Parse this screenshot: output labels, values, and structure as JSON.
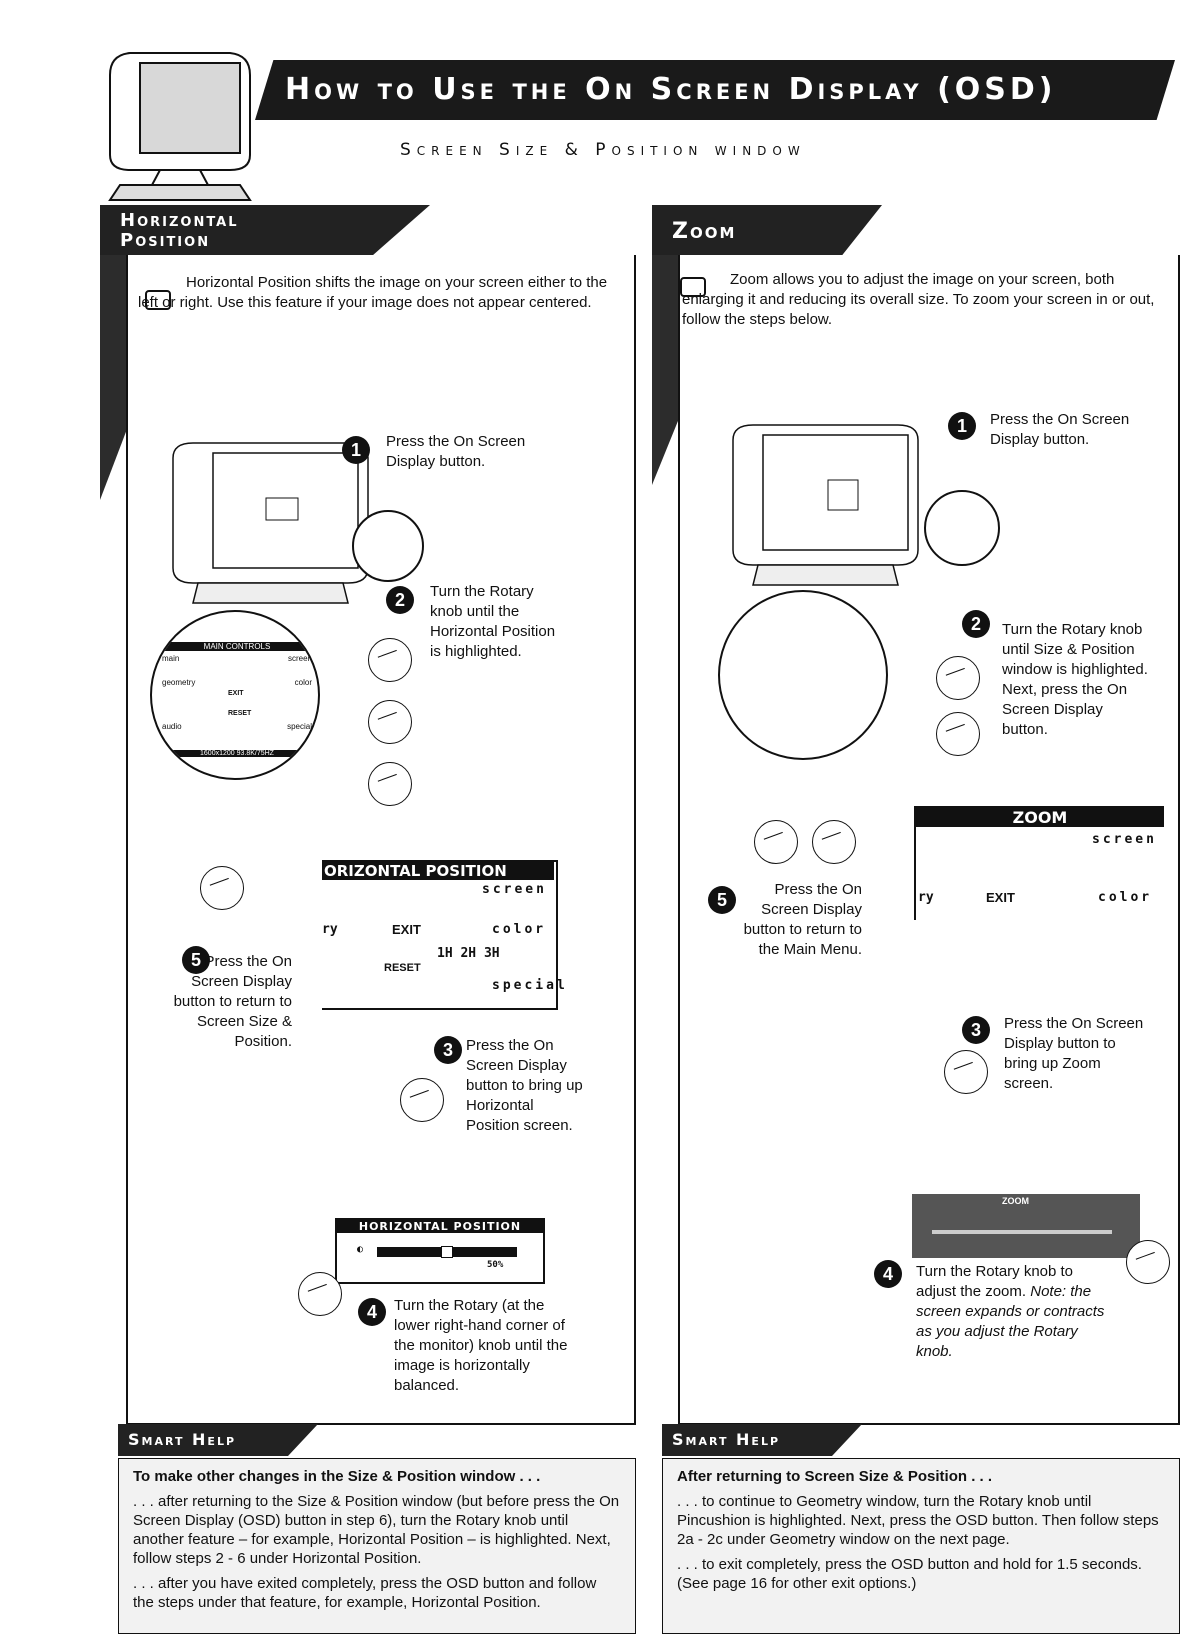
{
  "header": {
    "title": "How to Use the On Screen Display (OSD)",
    "subtitle": "Screen Size & Position window"
  },
  "left": {
    "tab": [
      "Horizontal",
      "Position"
    ],
    "intro": "Horizontal Position shifts the image on your screen either to the left or right. Use this feature if your image does not appear centered.",
    "steps": [
      {
        "num": "1",
        "text": "Press the On Screen Display button."
      },
      {
        "num": "2",
        "text": "Turn the Rotary knob until the Horizontal Position is highlighted."
      },
      {
        "num": "3",
        "text": "Press the On Screen Display button to bring up Horizontal Position screen."
      },
      {
        "num": "4",
        "text": "Turn the Rotary (at the lower right-hand corner of the monitor) knob until the image is horizontally balanced."
      },
      {
        "num": "5",
        "text": "Press the On Screen Display button to return to Screen Size & Position."
      }
    ],
    "osd_main": {
      "header": "MAIN CONTROLS",
      "main": "main",
      "screen": "screen",
      "geometry": "geometry",
      "color": "color",
      "audio": "audio",
      "special": "special",
      "exit": "EXIT",
      "reset": "RESET",
      "resolution": "1600x1200 93.8K/75HZ"
    },
    "osd_hpos": {
      "header": "ORIZONTAL POSITION",
      "screen": "screen",
      "color": "color",
      "ry": "ry",
      "exit": "EXIT",
      "reset": "RESET",
      "modes": "1H 2H 3H",
      "special": "special"
    },
    "slider": {
      "header": "HORIZONTAL POSITION",
      "value": "50%",
      "level": 0.5
    }
  },
  "right": {
    "tab": "Zoom",
    "intro": "Zoom allows you to adjust the image on your screen, both enlarging it and reducing its overall size. To zoom your screen in or out, follow the steps below.",
    "steps": [
      {
        "num": "1",
        "text": "Press the On Screen Display button."
      },
      {
        "num": "2",
        "text": "Turn the Rotary knob until Size & Position window is highlighted. Next, press the On Screen Display button."
      },
      {
        "num": "3",
        "text": "Press the On Screen Display button to bring up Zoom screen."
      },
      {
        "num": "4",
        "text": "Turn the Rotary knob to adjust the zoom.",
        "note": "Note: the screen expands or contracts as you adjust the Rotary knob."
      },
      {
        "num": "5",
        "text": "Press the On Screen Display button to return to the Main Menu."
      }
    ],
    "osd_zoom": {
      "header": "ZOOM",
      "screen": "screen",
      "ry": "ry",
      "exit": "EXIT",
      "color": "color"
    },
    "zoom_bar": {
      "header": "ZOOM"
    }
  },
  "help_left": {
    "tab": "Smart Help",
    "heading": "To make other changes in the Size & Position window . . .",
    "p1": ". . . after returning to the Size & Position window (but before press the On Screen Display (OSD) button in step 6), turn the Rotary knob until another feature – for example, Horizontal Position – is highlighted. Next, follow steps 2 - 6 under Horizontal Position.",
    "p2": ". . . after you have exited completely, press the OSD button and follow the steps under that feature, for example, Horizontal Position."
  },
  "help_right": {
    "tab": "Smart Help",
    "heading": "After returning to Screen Size & Position . . .",
    "p1": ". . . to continue to Geometry window, turn the Rotary knob until Pincushion is highlighted. Next, press the OSD button. Then follow steps 2a - 2c under Geometry window on the next page.",
    "p2": ". . . to exit completely, press the OSD button and hold for 1.5 seconds. (See page 16 for other exit options.)"
  }
}
